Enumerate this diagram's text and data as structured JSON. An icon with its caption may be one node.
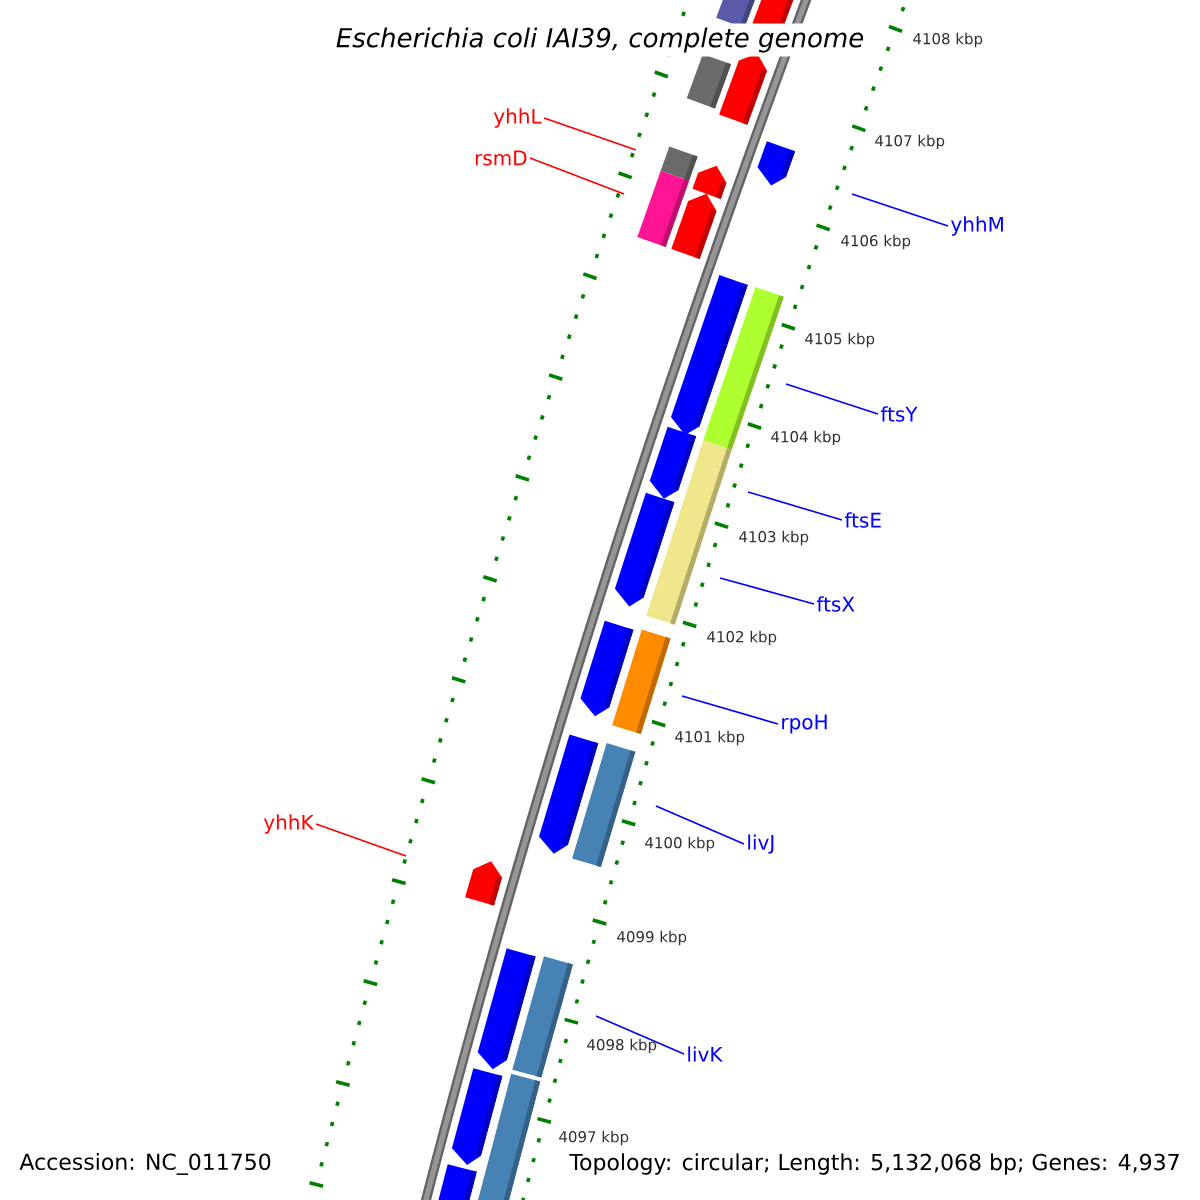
{
  "diagram": {
    "title": "*Escherichia coli* IAI39, complete genome",
    "nodes": [
      {
        "text": [
          "yhhL"
        ]
      },
      {
        "text": [
          "rsmD"
        ]
      },
      {
        "text": [
          "yhhM"
        ]
      },
      {
        "text": [
          "ftsY"
        ]
      },
      {
        "text": [
          "ftsE"
        ]
      },
      {
        "text": [
          "ftsX"
        ]
      },
      {
        "text": [
          "rpoH"
        ]
      },
      {
        "text": [
          "yhhK"
        ]
      },
      {
        "text": [
          "livJ"
        ]
      },
      {
        "text": [
          "livK"
        ]
      }
    ],
    "edges": [
      {
        "from": 0,
        "to": null,
        "arrow": "none",
        "color": "#ff0000"
      },
      {
        "from": 1,
        "to": null,
        "arrow": "none",
        "color": "#ff0000"
      },
      {
        "from": 2,
        "to": null,
        "arrow": "none"
      },
      {
        "from": 3,
        "to": null,
        "arrow": "none"
      },
      {
        "from": 4,
        "to": null,
        "arrow": "none"
      },
      {
        "from": 5,
        "to": null,
        "arrow": "none"
      },
      {
        "from": 6,
        "to": null,
        "arrow": "none"
      },
      {
        "from": 7,
        "to": null,
        "arrow": "none",
        "color": "#ff0000"
      },
      {
        "from": 8,
        "to": null,
        "arrow": "none"
      },
      {
        "from": 9,
        "to": null,
        "arrow": "none"
      }
    ],
    "labels": [
      "4108 kbp",
      "4107 kbp",
      "4106 kbp",
      "4105 kbp",
      "4104 kbp",
      "4103 kbp",
      "4102 kbp",
      "4101 kbp",
      "4100 kbp",
      "4099 kbp",
      "4098 kbp",
      "4097 kbp",
      "Accession: NC_011750",
      "Topology: circular; Length: 5,132,068 bp; Genes: 4,937"
    ]
  }
}
